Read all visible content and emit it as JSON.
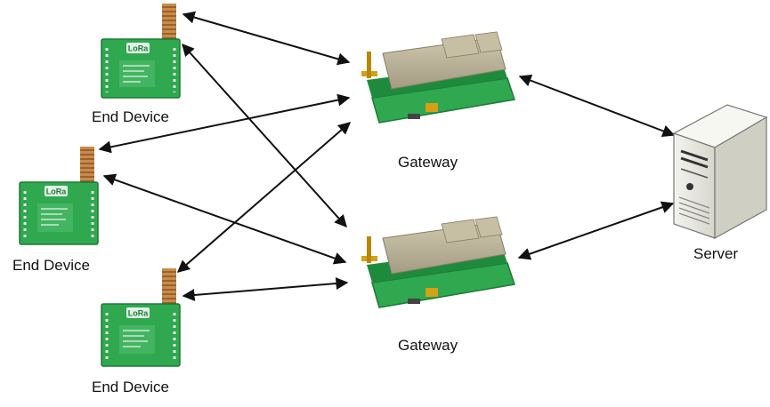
{
  "nodes": {
    "end_device_1": {
      "label": "End Device",
      "chip_text": "LoRa"
    },
    "end_device_2": {
      "label": "End Device",
      "chip_text": "LoRa"
    },
    "end_device_3": {
      "label": "End Device",
      "chip_text": "LoRa"
    },
    "gateway_1": {
      "label": "Gateway"
    },
    "gateway_2": {
      "label": "Gateway"
    },
    "server": {
      "label": "Server"
    }
  },
  "links": [
    {
      "from": "end_device_1",
      "to": "gateway_1"
    },
    {
      "from": "end_device_1",
      "to": "gateway_2"
    },
    {
      "from": "end_device_2",
      "to": "gateway_1"
    },
    {
      "from": "end_device_2",
      "to": "gateway_2"
    },
    {
      "from": "end_device_3",
      "to": "gateway_1"
    },
    {
      "from": "end_device_3",
      "to": "gateway_2"
    },
    {
      "from": "gateway_1",
      "to": "server"
    },
    {
      "from": "gateway_2",
      "to": "server"
    }
  ],
  "colors": {
    "pcb_green": "#2fa84f",
    "pcb_dark": "#1d7a36",
    "antenna_copper": "#b8763a",
    "module_metal": "#b9b29a",
    "arrow": "#111111",
    "server_body": "#e9e9e2"
  }
}
